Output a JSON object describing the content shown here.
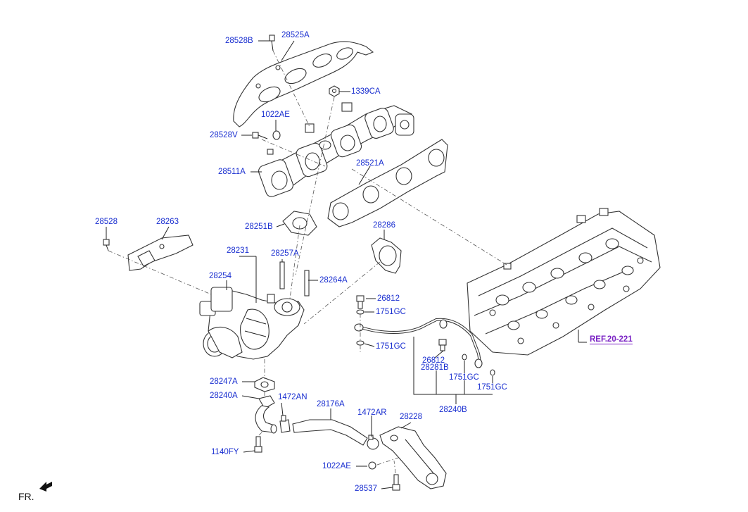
{
  "labels": {
    "p28528B": "28528B",
    "p28525A": "28525A",
    "p1339CA": "1339CA",
    "p1022AE_top": "1022AE",
    "p28528V": "28528V",
    "p28511A": "28511A",
    "p28521A": "28521A",
    "p28251B": "28251B",
    "p28286": "28286",
    "p28528": "28528",
    "p28263": "28263",
    "p28231": "28231",
    "p28257A": "28257A",
    "p28254": "28254",
    "p28264A": "28264A",
    "p26812_a": "26812",
    "p1751GC_a": "1751GC",
    "p1751GC_b": "1751GC",
    "p26812_b": "26812",
    "p28281B": "28281B",
    "p1751GC_c": "1751GC",
    "p1751GC_d": "1751GC",
    "p28240B": "28240B",
    "p28247A": "28247A",
    "p28240A": "28240A",
    "p1472AN": "1472AN",
    "p28176A": "28176A",
    "p1472AR": "1472AR",
    "p28228": "28228",
    "p1140FY": "1140FY",
    "p1022AE_bottom": "1022AE",
    "p28537": "28537"
  },
  "ref_link": "REF.20-221",
  "fr_label": "FR."
}
